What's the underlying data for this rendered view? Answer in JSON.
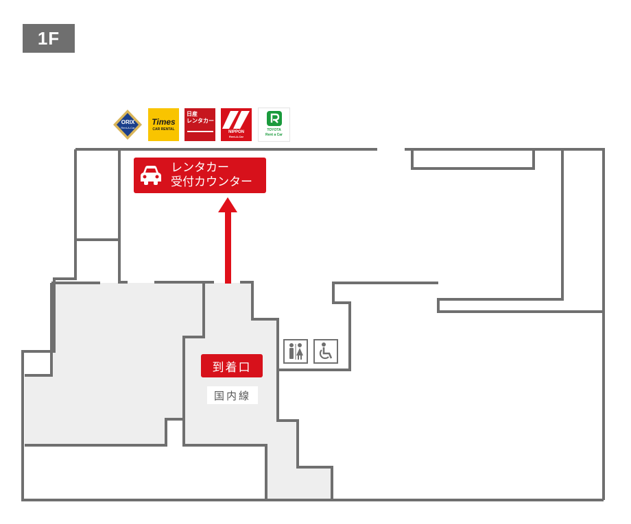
{
  "floor": {
    "label": "1F"
  },
  "companies": [
    {
      "name": "ORIX",
      "sub": "Rent-A-Car",
      "color": "#1b3f8b",
      "accent": "#d9b55a"
    },
    {
      "name": "Times",
      "sub": "CAR RENTAL",
      "color": "#f9c400"
    },
    {
      "name": "日産",
      "sub": "レンタカー",
      "color": "#c6161e"
    },
    {
      "name": "NIPPON",
      "sub": "Rent-A-Car",
      "color": "#d7101a"
    },
    {
      "name": "TOYOTA",
      "sub": "Rent a Car",
      "color": "#1a9a3c"
    }
  ],
  "counter": {
    "label": "レンタカー\n受付カウンター",
    "icon": "car-icon",
    "color": "#d7111b"
  },
  "arrival": {
    "label": "到着口",
    "sub": "国内線",
    "color": "#d7111b"
  },
  "facilities": [
    {
      "name": "restroom-icon"
    },
    {
      "name": "wheelchair-icon"
    }
  ],
  "map": {
    "wall_color": "#6f6f6f",
    "area_fill": "#eeeeee",
    "arrow_color": "#e0101a"
  }
}
